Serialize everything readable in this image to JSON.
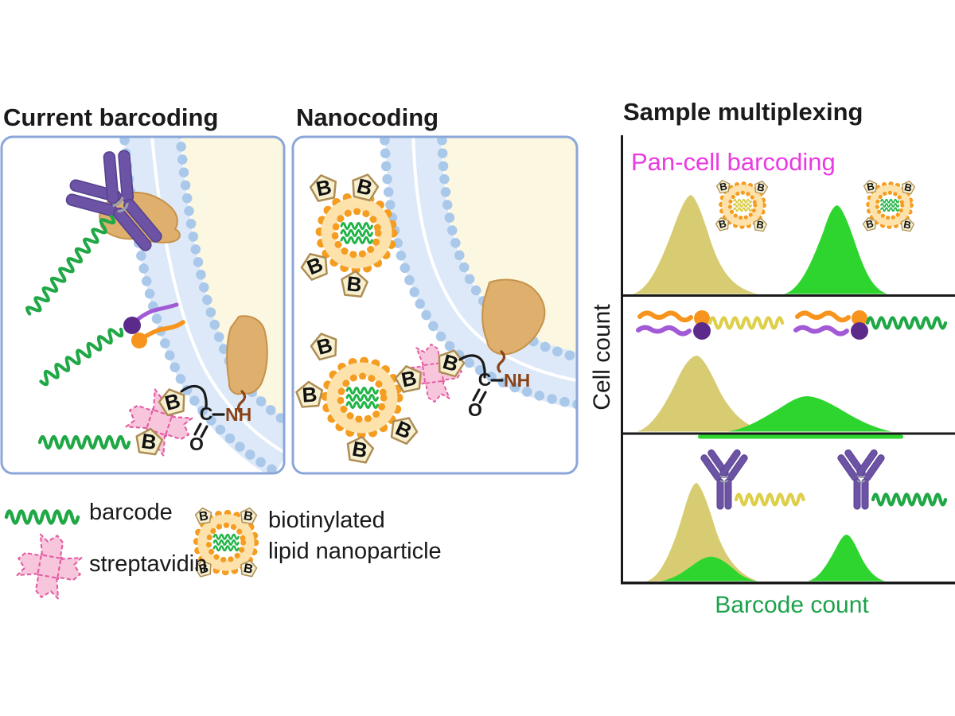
{
  "panels": {
    "current": {
      "title": "Current barcoding"
    },
    "nanocoding": {
      "title": "Nanocoding"
    },
    "multiplexing": {
      "title": "Sample multiplexing",
      "pan_cell_label": "Pan-cell barcoding",
      "xlabel": "Barcode count",
      "ylabel": "Cell count"
    }
  },
  "legend": {
    "barcode_label": "barcode",
    "streptavidin_label": "streptavidin",
    "nanoparticle_line1": "biotinylated",
    "nanoparticle_line2": "lipid nanoparticle"
  },
  "glyphs": {
    "biotin": "B",
    "carbon": "C",
    "oxygen": "O",
    "amide": "NH"
  },
  "colors": {
    "panel_border": "#8ba6d9",
    "membrane_heads": "#a9c8ea",
    "membrane_tails": "#dde9f8",
    "cell_interior": "#fbf7e0",
    "membrane_protein": "#dfaf6e",
    "antibody_purple": "#6d53a6",
    "barcode_green": "#1fa845",
    "barcode_yellow": "#ddcf4a",
    "nanoparticle_orange": "#f49d20",
    "streptavidin_pink": "#f8c6dc",
    "streptavidin_outline": "#e25ba2",
    "biotin_fill": "#f7f0cf",
    "lipid_anchor_purple": "#5c2a8a",
    "lipid_anchor_orange": "#f7941d",
    "amide_brown": "#8a4318",
    "pan_cell_magenta": "#ea3ae2",
    "xlabel_green": "#1ba24b",
    "hist_olive": "#d7cc72",
    "hist_green": "#2fd52f"
  },
  "chart_data": [
    {
      "type": "area",
      "panel": "pan-cell barcoding (lipid nanoparticles)",
      "xlabel": "Barcode count",
      "ylabel": "Cell count",
      "series": [
        {
          "name": "sample 1 (yellow barcode)",
          "color": "#d7cc72",
          "peak_x_frac": 0.21,
          "peak_height_frac": 1.0,
          "width_frac": 0.36
        },
        {
          "name": "sample 2 (green barcode)",
          "color": "#2fd52f",
          "peak_x_frac": 0.64,
          "peak_height_frac": 0.9,
          "width_frac": 0.3
        }
      ]
    },
    {
      "type": "area",
      "panel": "lipid-anchored barcodes",
      "xlabel": "Barcode count",
      "ylabel": "Cell count",
      "series": [
        {
          "name": "sample 1 (yellow barcode)",
          "color": "#d7cc72",
          "peak_x_frac": 0.23,
          "peak_height_frac": 1.0,
          "width_frac": 0.4
        },
        {
          "name": "sample 2 (green barcode)",
          "color": "#2fd52f",
          "peak_x_frac": 0.55,
          "peak_height_frac": 0.47,
          "width_frac": 0.5
        }
      ]
    },
    {
      "type": "area",
      "panel": "antibody-conjugated barcodes",
      "xlabel": "Barcode count",
      "ylabel": "Cell count",
      "series": [
        {
          "name": "sample 1 (yellow barcode)",
          "color": "#d7cc72",
          "peak_x_frac": 0.22,
          "peak_height_frac": 1.0,
          "width_frac": 0.31
        },
        {
          "name": "sample 2 low population (green)",
          "color": "#2fd52f",
          "peak_x_frac": 0.26,
          "peak_height_frac": 0.25,
          "width_frac": 0.28
        },
        {
          "name": "sample 2 (green barcode)",
          "color": "#2fd52f",
          "peak_x_frac": 0.67,
          "peak_height_frac": 0.48,
          "width_frac": 0.21
        }
      ]
    }
  ]
}
